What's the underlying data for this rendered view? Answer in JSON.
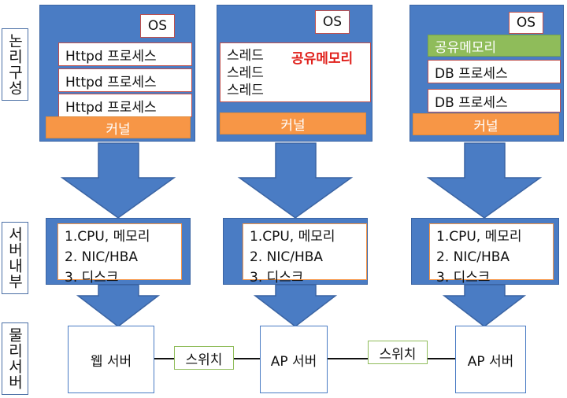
{
  "side_labels": {
    "logical": "논리구성",
    "internal": "서버내부",
    "physical": "물리서버"
  },
  "columns": [
    {
      "os": "OS",
      "processes": [
        "Httpd 프로세스",
        "Httpd 프로세스",
        "Httpd 프로세스"
      ],
      "kernel": "커널",
      "hw": [
        "1.CPU, 메모리",
        "2. NIC/HBA",
        "3. 디스크"
      ],
      "server": "웹 서버"
    },
    {
      "os": "OS",
      "threads": [
        "스레드",
        "스레드",
        "스레드"
      ],
      "shared_memory": "공유메모리",
      "kernel": "커널",
      "hw": [
        "1.CPU, 메모리",
        "2. NIC/HBA",
        "3. 디스크"
      ],
      "server": "AP 서버"
    },
    {
      "os": "OS",
      "shared_memory": "공유메모리",
      "processes": [
        "DB 프로세스",
        "DB 프로세스"
      ],
      "kernel": "커널",
      "hw": [
        "1.CPU, 메모리",
        "2. NIC/HBA",
        "3. 디스크"
      ],
      "server": "AP 서버"
    }
  ],
  "switches": [
    "스위치",
    "스위치"
  ],
  "colors": {
    "panel": "#4a7cc4",
    "kernel": "#f79646",
    "shared_green": "#8fbc5a",
    "shared_red": "#e0201b",
    "box_border": "#c0504d"
  }
}
